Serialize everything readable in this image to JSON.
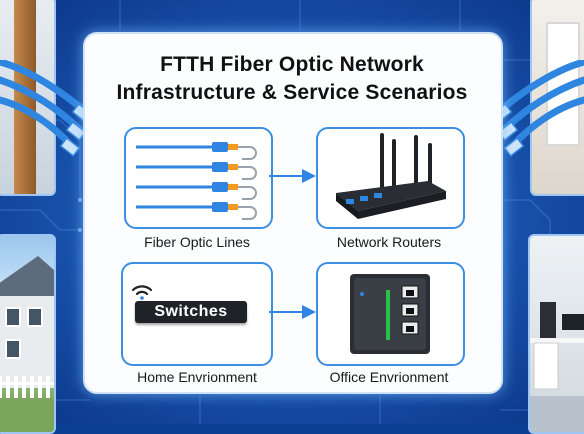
{
  "title": {
    "line1": "FTTH Fiber Optic Network",
    "line2": "Infrastructure & Service Scenarios"
  },
  "panels": [
    {
      "id": "fiber",
      "caption": "Fiber Optic Lines",
      "icon": "fiber-cables-icon"
    },
    {
      "id": "routers",
      "caption": "Network Routers",
      "icon": "router-icon"
    },
    {
      "id": "home",
      "caption": "Home Envrionment",
      "icon": "wifi-icon",
      "label": "Switches"
    },
    {
      "id": "office",
      "caption": "Office Envrionment",
      "icon": "network-switch-module-icon"
    }
  ],
  "colors": {
    "background": "#0b3f93",
    "accent": "#3c8ee3",
    "cable": "#2f86e0",
    "connector": "#f39a21"
  }
}
